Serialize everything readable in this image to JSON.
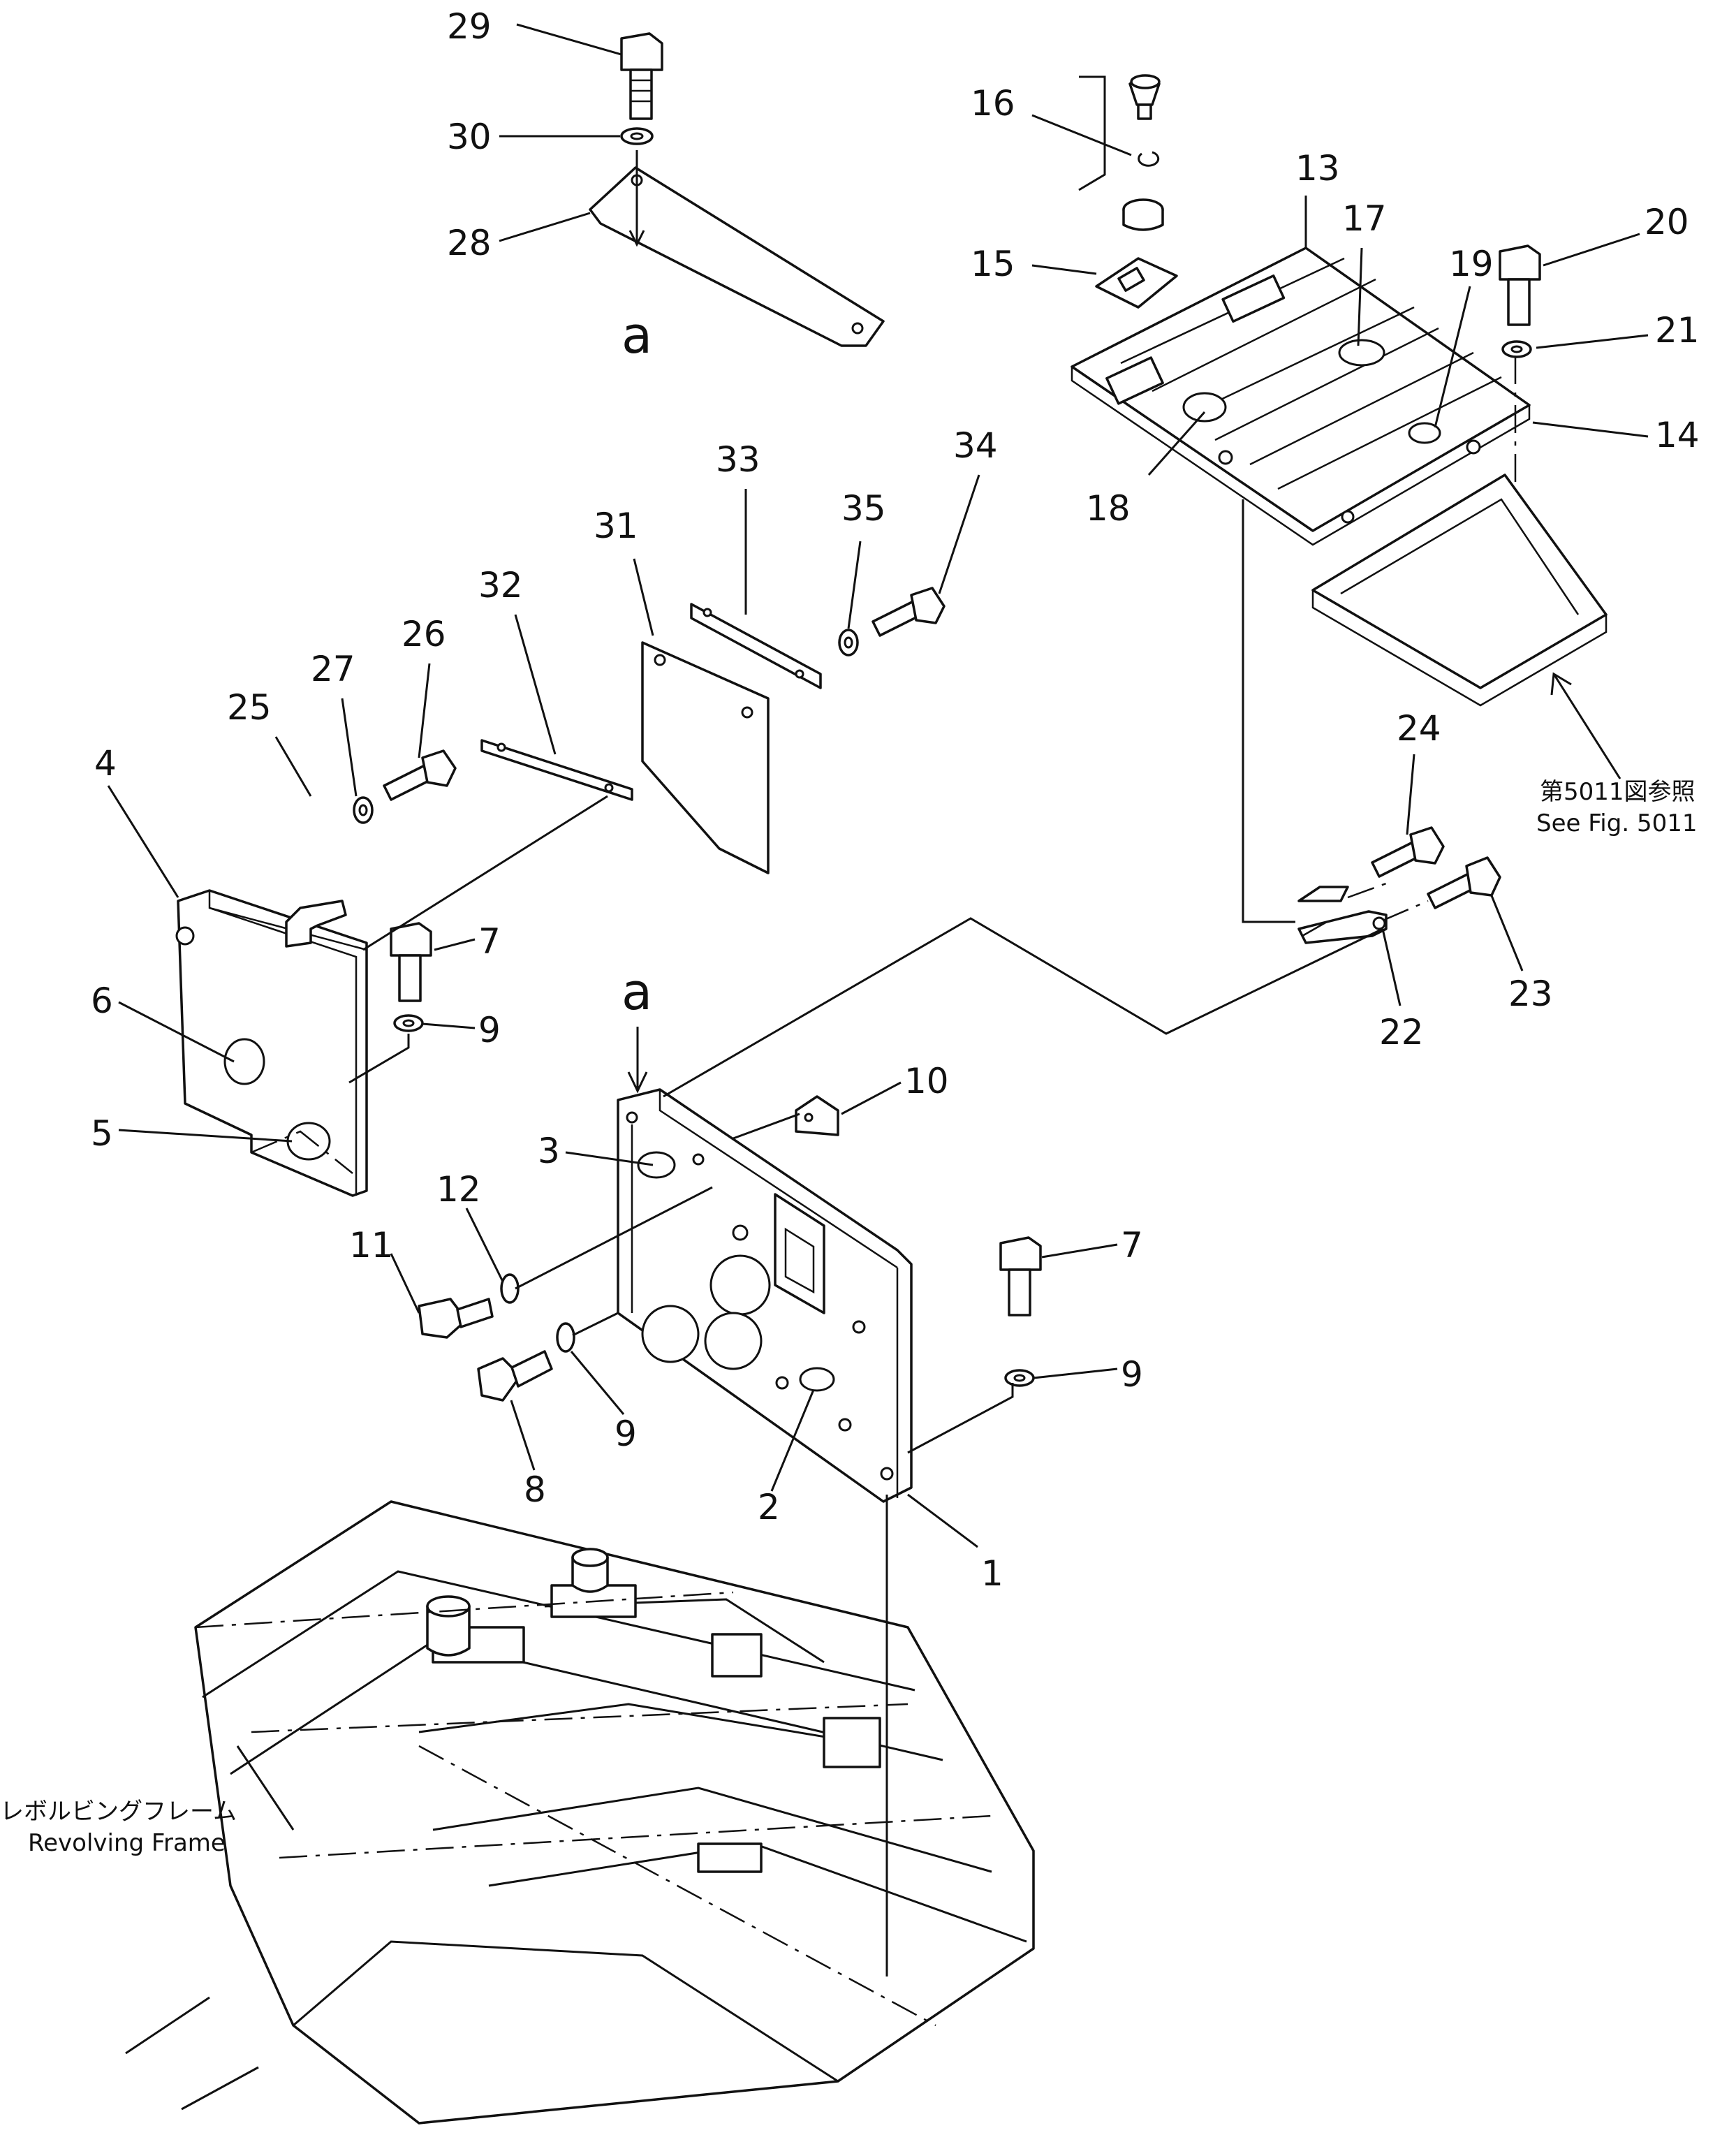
{
  "callouts": {
    "c1": "1",
    "c2": "2",
    "c3": "3",
    "c4": "4",
    "c5": "5",
    "c6": "6",
    "c7a": "7",
    "c7b": "7",
    "c8": "8",
    "c9a": "9",
    "c9b": "9",
    "c9c": "9",
    "c10": "10",
    "c11": "11",
    "c12": "12",
    "c13": "13",
    "c14": "14",
    "c15": "15",
    "c16": "16",
    "c17": "17",
    "c18": "18",
    "c19": "19",
    "c20": "20",
    "c21": "21",
    "c22": "22",
    "c23": "23",
    "c24": "24",
    "c25": "25",
    "c26": "26",
    "c27": "27",
    "c28": "28",
    "c29": "29",
    "c30": "30",
    "c31": "31",
    "c32": "32",
    "c33": "33",
    "c34": "34",
    "c35": "35"
  },
  "markers": {
    "top": "a",
    "panel": "a"
  },
  "reference": {
    "jp": "第5011図参照",
    "en": "See Fig. 5011"
  },
  "frame_label": {
    "jp": "レボルビングフレーム",
    "en": "Revolving Frame"
  }
}
